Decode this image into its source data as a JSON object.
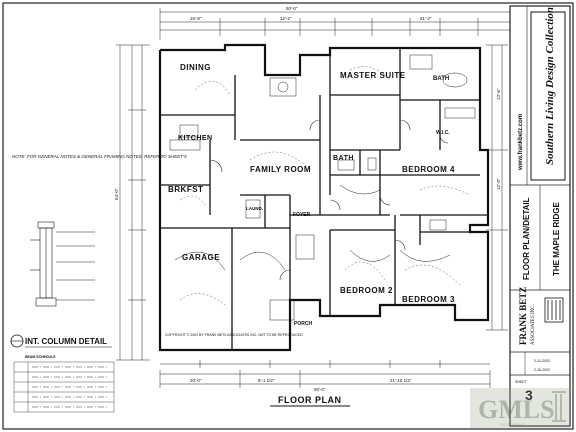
{
  "sheet": {
    "title": "FLOOR PLAN",
    "general_note": "NOTE: FOR GENERAL NOTES & GENERAL FRAMING NOTES, REFER TO SHEET-5",
    "column_detail_title": "INT. COLUMN DETAIL",
    "copyright": "COPYRIGHT © 2002 BY FRANK BETZ ASSOCIATES INC. NOT TO BE REPRODUCED",
    "beam_schedule_title": "BEAM SCHEDULE"
  },
  "rooms": {
    "dining": "DINING",
    "kitchen": "KITCHEN",
    "family_room": "FAMILY ROOM",
    "brkfst": "BRKFST",
    "laund": "LAUND.",
    "foyer": "FOYER",
    "garage": "GARAGE",
    "porch": "PORCH",
    "master_suite": "MASTER SUITE",
    "bath_master": "BATH",
    "bath": "BATH",
    "bedroom4": "BEDROOM 4",
    "bedroom2": "BEDROOM 2",
    "bedroom3": "BEDROOM 3",
    "wic": "W.I.C."
  },
  "dimensions": {
    "top_overall": "50'-0\"",
    "bottom_overall": "50'-0\"",
    "bottom_left": "20'-0\"",
    "bottom_mid": "8'-1 1/2\"",
    "bottom_right": "21'-10 1/2\"",
    "top_seg1": "16'-8\"",
    "top_seg2": "12'-2\"",
    "top_seg3": "21'-2\"",
    "left_overall": "54'-0\"",
    "right_seg1": "13'-6\"",
    "right_seg2": "12'-0\""
  },
  "title_block": {
    "website": "www.frankbetz.com",
    "program": "Southern Living Design Collection",
    "sheet_type": "FLOOR PLAN/DETAIL",
    "plan_name": "THE MAPLE RIDGE",
    "firm_name": "FRANK BETZ",
    "firm_sub": "ASSOCIATES INC.",
    "date_1": "2-12-2002",
    "date_2": "2-26-2002",
    "sheet_label": "SHEET",
    "sheet_number": "3"
  },
  "watermark": {
    "letters": "GMLS",
    "subtext": "GEORGIA MLS"
  }
}
